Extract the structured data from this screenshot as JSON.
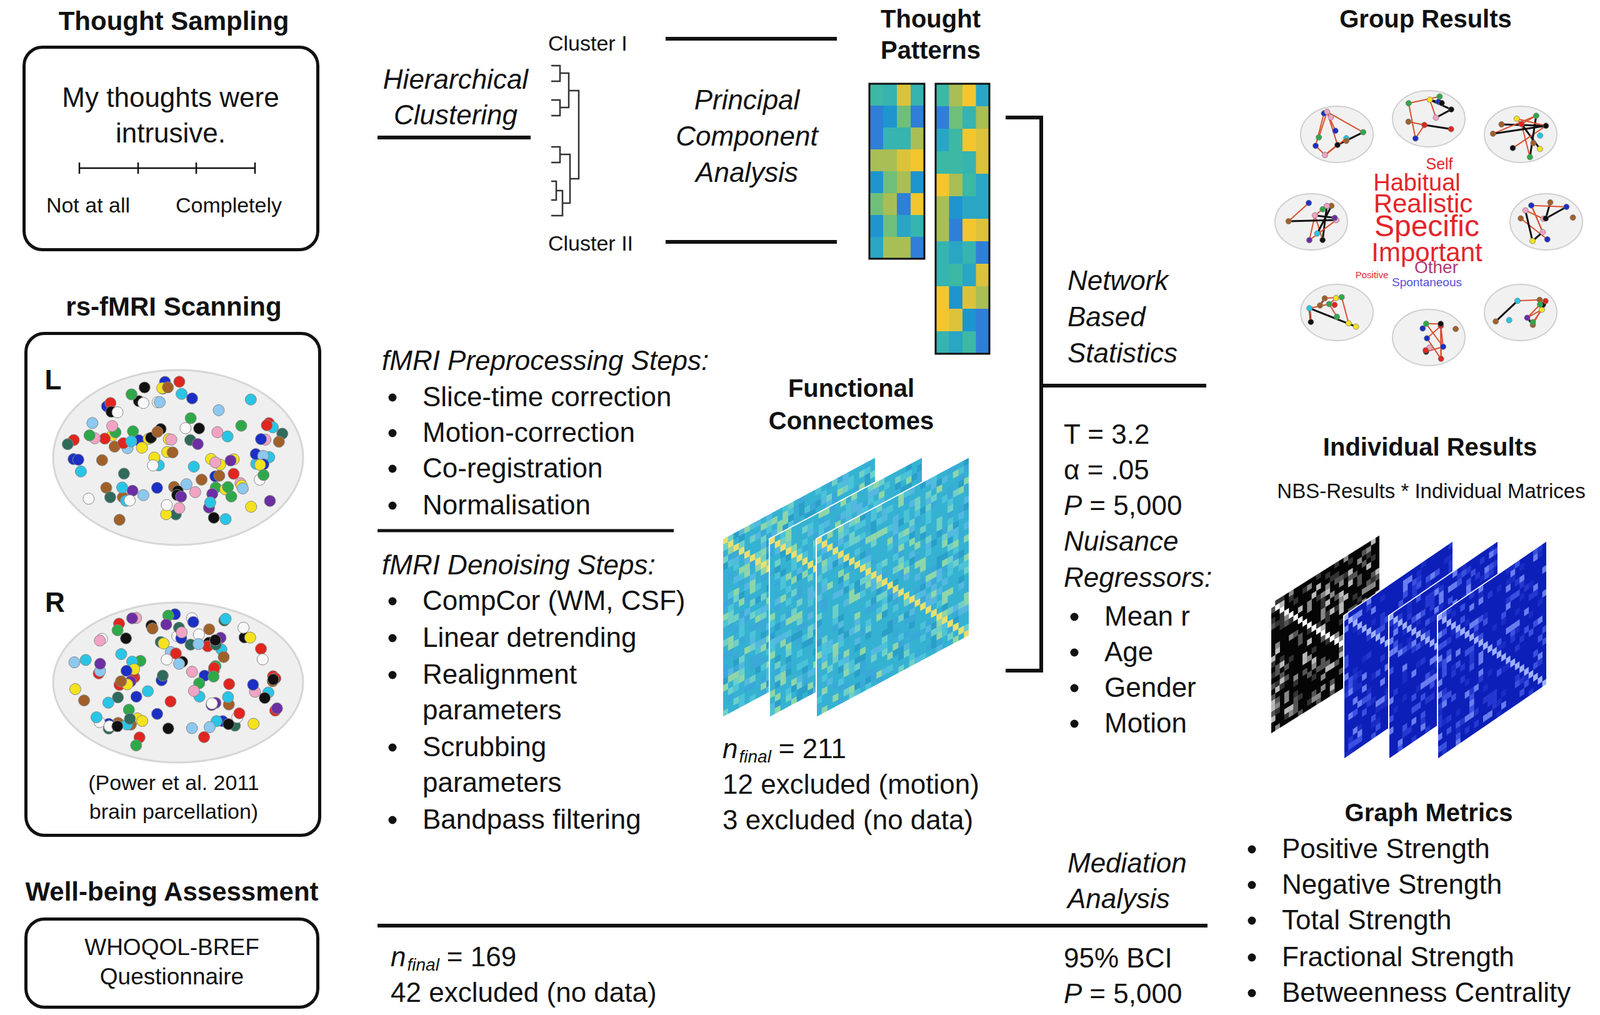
{
  "diagram": {
    "nodes": [
      {
        "text": [
          "Thought Sampling",
          "My thoughts were intrusive.",
          "Not at all",
          "Completely"
        ]
      },
      {
        "text": [
          "rs-fMRI Scanning",
          "L",
          "R",
          "(Power et al. 2011 brain parcellation)"
        ]
      },
      {
        "text": [
          "Well-being Assessment",
          "WHOQOL-BREF Questionnaire"
        ]
      }
    ],
    "labels": [
      "Hierarchical Clustering",
      "Cluster I",
      "Cluster II",
      "Principal Component Analysis",
      "Thought Patterns",
      "Network Based Statistics",
      "T = 3.2",
      "α = .05",
      "P",
      "= 5,000",
      "Nuisance Regressors:",
      "Mean r",
      "Age",
      "Gender",
      "Motion",
      "fMRI Preprocessing Steps:",
      "Slice-time correction",
      "Motion-correction",
      "Co-registration",
      "Normalisation",
      "fMRI Denoising Steps:",
      "CompCor (WM, CSF)",
      "Linear detrending",
      "Realignment parameters",
      "Scrubbing parameters",
      "Bandpass filtering",
      "Functional Connectomes",
      "n",
      "final",
      "= 211",
      "12 excluded (motion)",
      "3 excluded (no data)",
      "Group Results",
      "Self",
      "Habitual",
      "Realistic",
      "Specific",
      "Important",
      "Positive",
      "Other",
      "Spontaneous",
      "Individual Results",
      "NBS-Results * Individual Matrices",
      "Graph Metrics",
      "Positive Strength",
      "Negative Strength",
      "Total Strength",
      "Fractional Strength",
      "Betweenness Centrality",
      "Mediation Analysis",
      "n",
      "final",
      "= 169",
      "42 excluded (no data)",
      "95% BCI",
      "P",
      "= 5,000"
    ]
  }
}
